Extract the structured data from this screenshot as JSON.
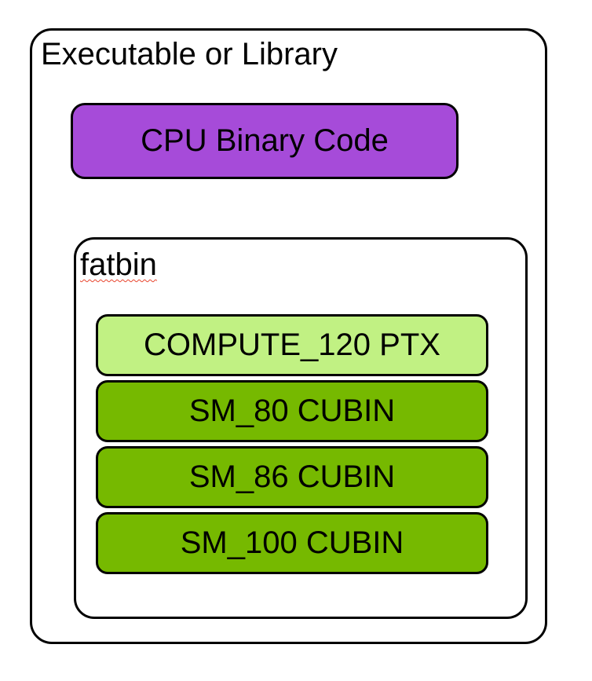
{
  "diagram": {
    "background_color": "#FFFFFF",
    "border_color": "#000000",
    "text_color": "#000000",
    "outer": {
      "title": "Executable or Library"
    },
    "cpu_binary": {
      "label": "CPU Binary Code",
      "fill": "#A64BD9"
    },
    "fatbin": {
      "label": "fatbin",
      "spellcheck_underline_color": "#E8442D",
      "items": [
        {
          "label": "COMPUTE_120 PTX",
          "fill": "#C1F183",
          "kind": "ptx"
        },
        {
          "label": "SM_80 CUBIN",
          "fill": "#76B900",
          "kind": "cubin"
        },
        {
          "label": "SM_86 CUBIN",
          "fill": "#76B900",
          "kind": "cubin"
        },
        {
          "label": "SM_100 CUBIN",
          "fill": "#76B900",
          "kind": "cubin"
        }
      ]
    }
  }
}
